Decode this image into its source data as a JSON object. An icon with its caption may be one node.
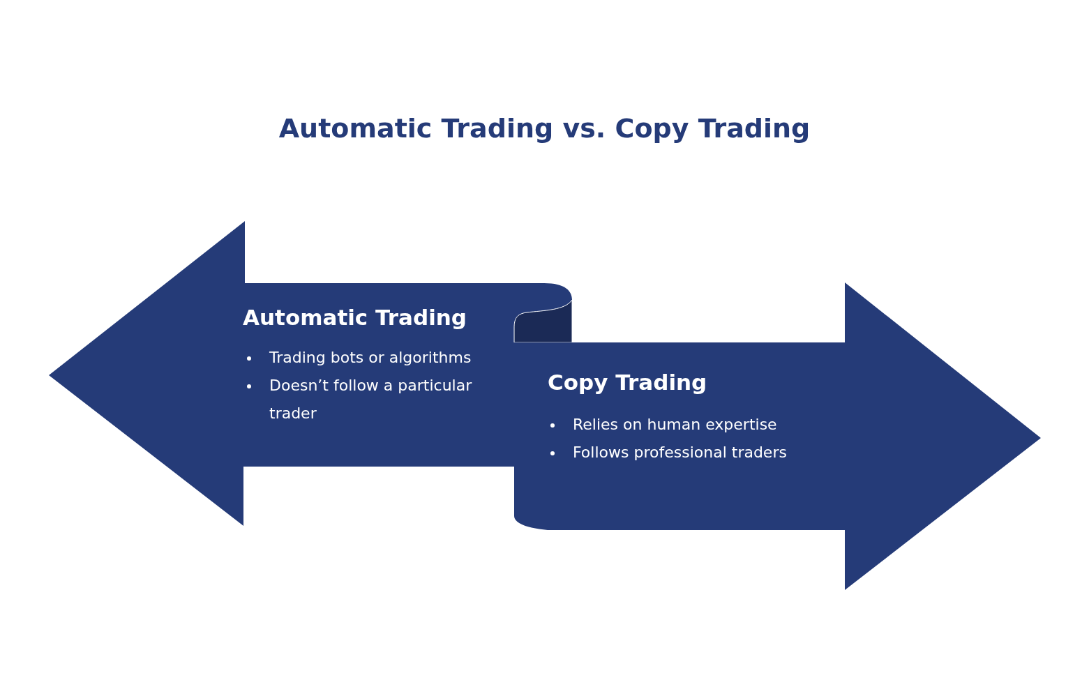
{
  "diagram": {
    "title": "Automatic Trading vs. Copy Trading",
    "nodes": [
      {
        "text": [
          "Automatic Trading",
          "Trading bots or algorithms",
          "Doesn’t follow a particular trader"
        ]
      },
      {
        "text": [
          "Copy Trading",
          "Relies on human expertise",
          "Follows professional traders"
        ]
      }
    ]
  }
}
